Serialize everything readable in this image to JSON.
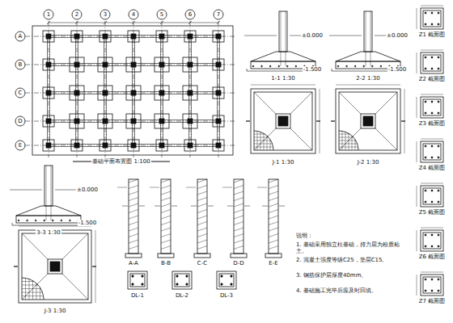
{
  "diagram": {
    "labels": [
      "1",
      "2",
      "3",
      "4",
      "5",
      "6",
      "7",
      "A",
      "B",
      "C",
      "D",
      "E",
      "基础平面布置图 1:100",
      "±0.000",
      "-1.500",
      "1-1 1:30",
      "J-1 1:30",
      "±0.000",
      "-1.500",
      "2-2 1:30",
      "J-2 1:30",
      "±0.000",
      "-1.500",
      "3-3 1:30",
      "J-3 1:30",
      "A-A",
      "B-B",
      "C-C",
      "D-D",
      "E-E",
      "DL-1",
      "DL-2",
      "DL-3",
      "说明：",
      "1. 基础采用独立柱基础，持力层为粉质粘土。",
      "2. 混凝土强度等级C25，垫层C15。",
      "3. 钢筋保护层厚度40mm。",
      "4. 基础施工完毕后应及时回填。",
      "Z1 截面图",
      "Z2 截面图",
      "Z3 截面图",
      "Z4 截面图",
      "Z5 截面图",
      "Z6 截面图",
      "Z7 截面图"
    ]
  }
}
